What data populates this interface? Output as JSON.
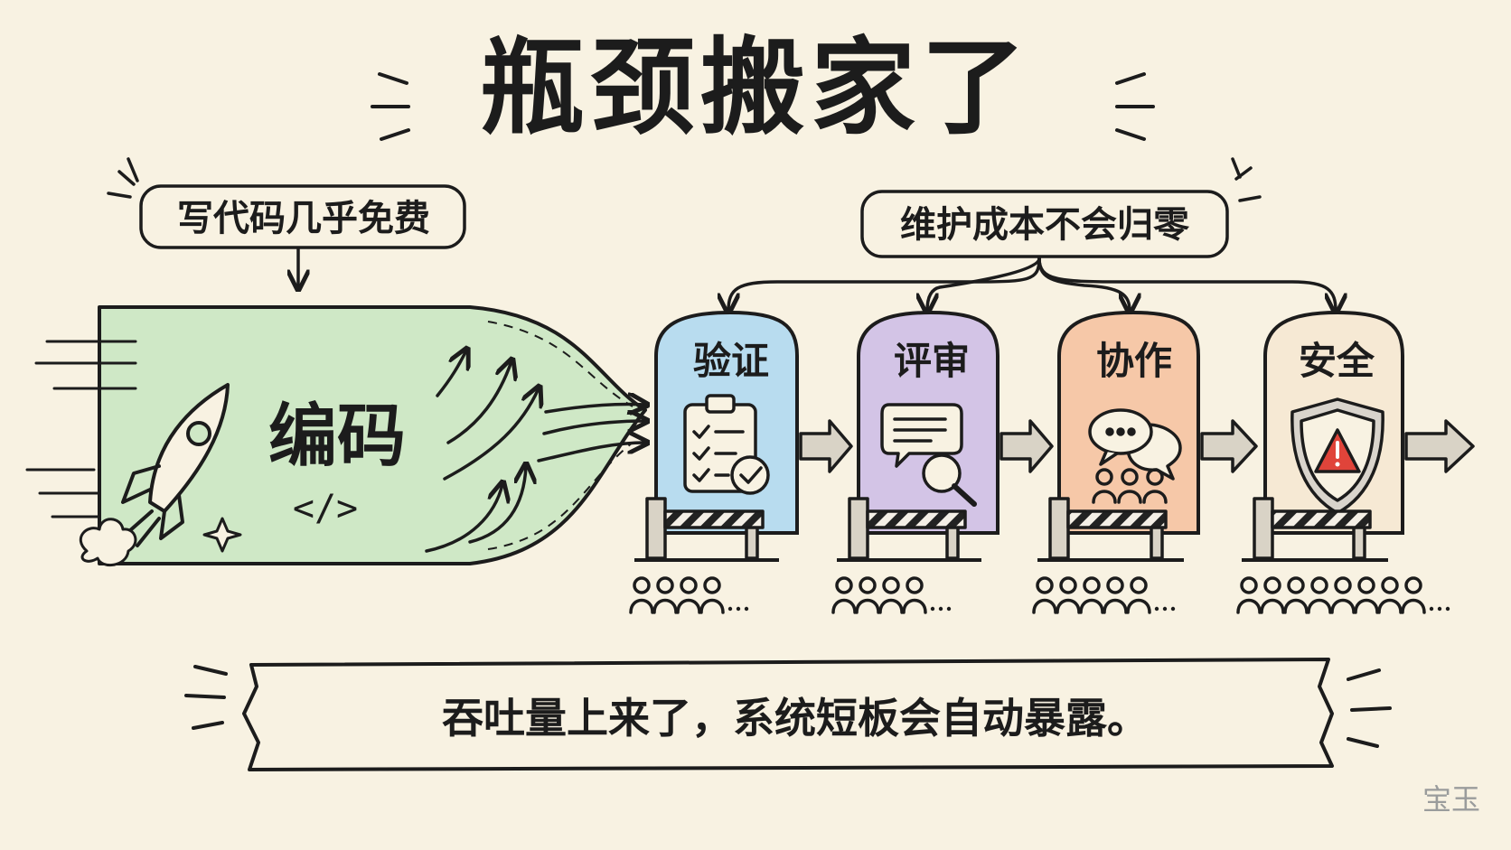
{
  "title": "瓶颈搬家了",
  "callouts": {
    "free": "写代码几乎免费",
    "maintenance": "维护成本不会归零"
  },
  "coding": {
    "label": "编码",
    "symbol": "</>"
  },
  "stages": [
    {
      "label": "验证",
      "icon": "clipboard-check-icon",
      "color": "#b8dcef"
    },
    {
      "label": "评审",
      "icon": "document-search-icon",
      "color": "#d3c4e6"
    },
    {
      "label": "协作",
      "icon": "chat-people-icon",
      "color": "#f6c8a8"
    },
    {
      "label": "安全",
      "icon": "shield-warning-icon",
      "color": "#f6e9d4"
    }
  ],
  "banner": "吞吐量上来了，系统短板会自动暴露。",
  "signature": "宝玉",
  "colors": {
    "background": "#f8f2e2",
    "coding_green": "#cfe8c6",
    "warning_red": "#e0443a"
  }
}
